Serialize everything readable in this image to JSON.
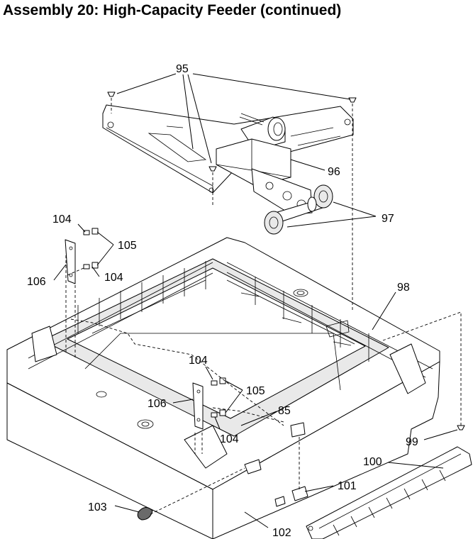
{
  "title": "Assembly 20: High-Capacity Feeder (continued)",
  "callouts": {
    "c95": "95",
    "c96": "96",
    "c97": "97",
    "c98": "98",
    "c99": "99",
    "c100": "100",
    "c101": "101",
    "c102": "102",
    "c103": "103",
    "c104a": "104",
    "c104b": "104",
    "c104c": "104",
    "c104d": "104",
    "c105a": "105",
    "c105b": "105",
    "c106a": "106",
    "c106b": "106",
    "c85": "85"
  }
}
